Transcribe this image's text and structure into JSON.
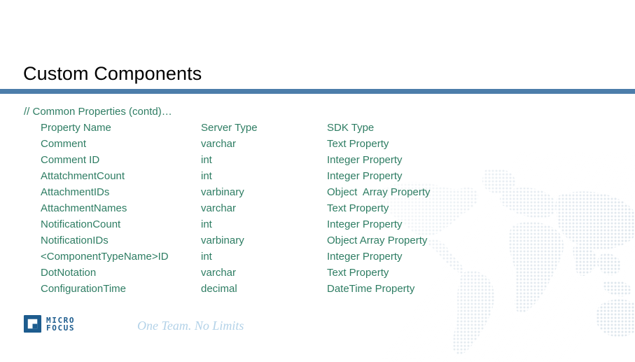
{
  "slide": {
    "title": "Custom Components",
    "comment_line": "// Common Properties (contd)…",
    "accent_color": "#4c7daa",
    "code_color": "#2e7d63",
    "background_color": "#ffffff"
  },
  "table": {
    "headers": {
      "name": "Property Name",
      "server": "Server Type",
      "sdk": "SDK Type"
    },
    "rows": [
      {
        "name": "Comment",
        "server": "varchar",
        "sdk": "Text Property"
      },
      {
        "name": "Comment ID",
        "server": "int",
        "sdk": "Integer Property"
      },
      {
        "name": "AttatchmentCount",
        "server": "int",
        "sdk": "Integer Property"
      },
      {
        "name": "AttachmentIDs",
        "server": "varbinary",
        "sdk": "Object  Array Property"
      },
      {
        "name": "AttachmentNames",
        "server": "varchar",
        "sdk": "Text Property"
      },
      {
        "name": "NotificationCount",
        "server": "int",
        "sdk": "Integer Property"
      },
      {
        "name": "NotificationIDs",
        "server": "varbinary",
        "sdk": "Object Array Property"
      },
      {
        "name": "<ComponentTypeName>ID",
        "server": "int",
        "sdk": "Integer Property"
      },
      {
        "name": "DotNotation",
        "server": "varchar",
        "sdk": "Text Property"
      },
      {
        "name": "ConfigurationTime",
        "server": "decimal",
        "sdk": "DateTime Property"
      }
    ]
  },
  "footer": {
    "logo_line1": "MICRO",
    "logo_line2": "FOCUS",
    "logo_color": "#1d5c8e",
    "tagline": "One Team. No Limits",
    "tagline_color": "#b3d2e8"
  }
}
